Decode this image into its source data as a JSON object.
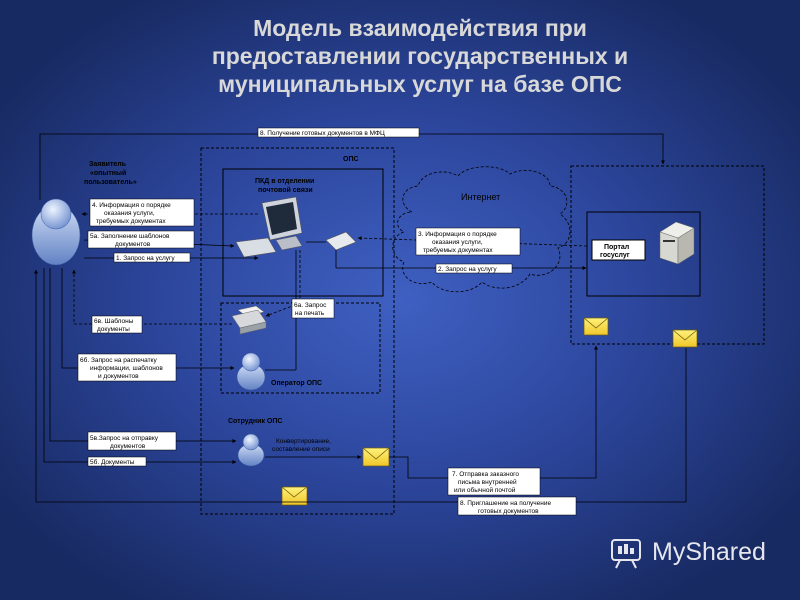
{
  "title": {
    "line1": "Модель взаимодействия при",
    "line2": "предоставлении  государственных  и",
    "line3": "муниципальных услуг на базе ОПС"
  },
  "containers": {
    "ops": "ОПС",
    "internet": "Интернет",
    "operator": "Оператор ОПС",
    "employee": "Сотрудник ОПС"
  },
  "applicant": {
    "line1": "Заявитель",
    "line2": "«опытный",
    "line3": "пользователь»"
  },
  "pkd": {
    "line1": "ПКД в отделении",
    "line2": "почтовой связи"
  },
  "portal": {
    "line1": "Портал",
    "line2": "госуслуг"
  },
  "labels": {
    "l8": "8. Получение готовых документов в МФЦ",
    "l4": [
      "4. Информация о порядке",
      "оказания услуги,",
      "требуемых документах"
    ],
    "l5a": [
      "5а. Заполнение шаблонов",
      "документов"
    ],
    "l1": "1. Запрос на услугу",
    "l3": [
      "3. Информация о порядке",
      "оказания услуги,",
      "требуемых документах"
    ],
    "l2": "2. Запрос на услугу",
    "l6a": [
      "6а. Запрос",
      "на печать"
    ],
    "l6v": [
      "6в. Шаблоны",
      "документы"
    ],
    "l6b": [
      "6б. Запрос на распечатку",
      "информации, шаблонов",
      "и документов"
    ],
    "l5v": [
      "5в.Запрос на отправку",
      "документов"
    ],
    "l5b": "5б. Документы",
    "convert": [
      "Конвертирование,",
      "составление описи"
    ],
    "l7": [
      "7. Отправка заказного",
      "письма внутренней",
      "или обычной почтой"
    ],
    "l8b": [
      "8. Приглашение на получение",
      "готовых документов"
    ]
  },
  "watermark": "MyShared",
  "icons": [
    "user-icon",
    "computer-icon",
    "keyboard-icon",
    "router-icon",
    "server-icon",
    "printer-icon",
    "envelope-icon",
    "cloud-icon"
  ],
  "colors": {
    "background": "#2c469c",
    "title": "#d8d8d8",
    "lines": "#000000"
  }
}
